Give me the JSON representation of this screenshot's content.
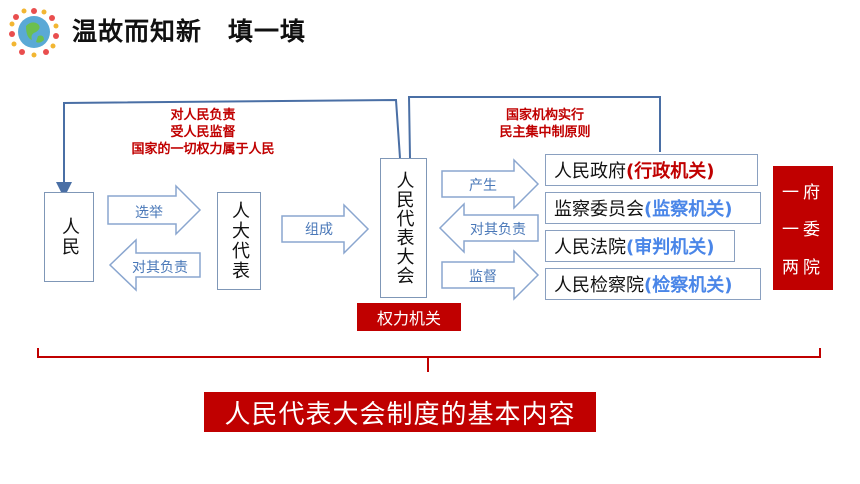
{
  "header": {
    "title": "温故而知新　填一填"
  },
  "diagram": {
    "people": "人民",
    "npc_deputies": "人大代表",
    "npc": "人民代表大会",
    "power_organ": "权力机关",
    "left_note": [
      "对人民负责",
      "受人民监督",
      "国家的一切权力属于人民"
    ],
    "right_note": [
      "国家机构实行",
      "民主集中制原则"
    ],
    "arrows": {
      "elect": "选举",
      "responsible_1": "对其负责",
      "form": "组成",
      "produce": "产生",
      "responsible_2": "对其负责",
      "supervise": "监督"
    },
    "organs": [
      {
        "name": "人民政府",
        "type": "(行政机关)",
        "type_color": "#c00000"
      },
      {
        "name": "监察委员会",
        "type": "(监察机关)",
        "type_color": "#4a86e8"
      },
      {
        "name": "人民法院",
        "type": "(审判机关)",
        "type_color": "#4a86e8"
      },
      {
        "name": "人民检察院",
        "type": "(检察机关)",
        "type_color": "#4a86e8"
      }
    ],
    "side_label": [
      "一府",
      "一委",
      "两院"
    ],
    "bottom_label": "人民代表大会制度的基本内容"
  },
  "colors": {
    "accent_red": "#c00000",
    "line_blue": "#4a6fa5",
    "arrow_text_blue": "#4a78b8"
  }
}
